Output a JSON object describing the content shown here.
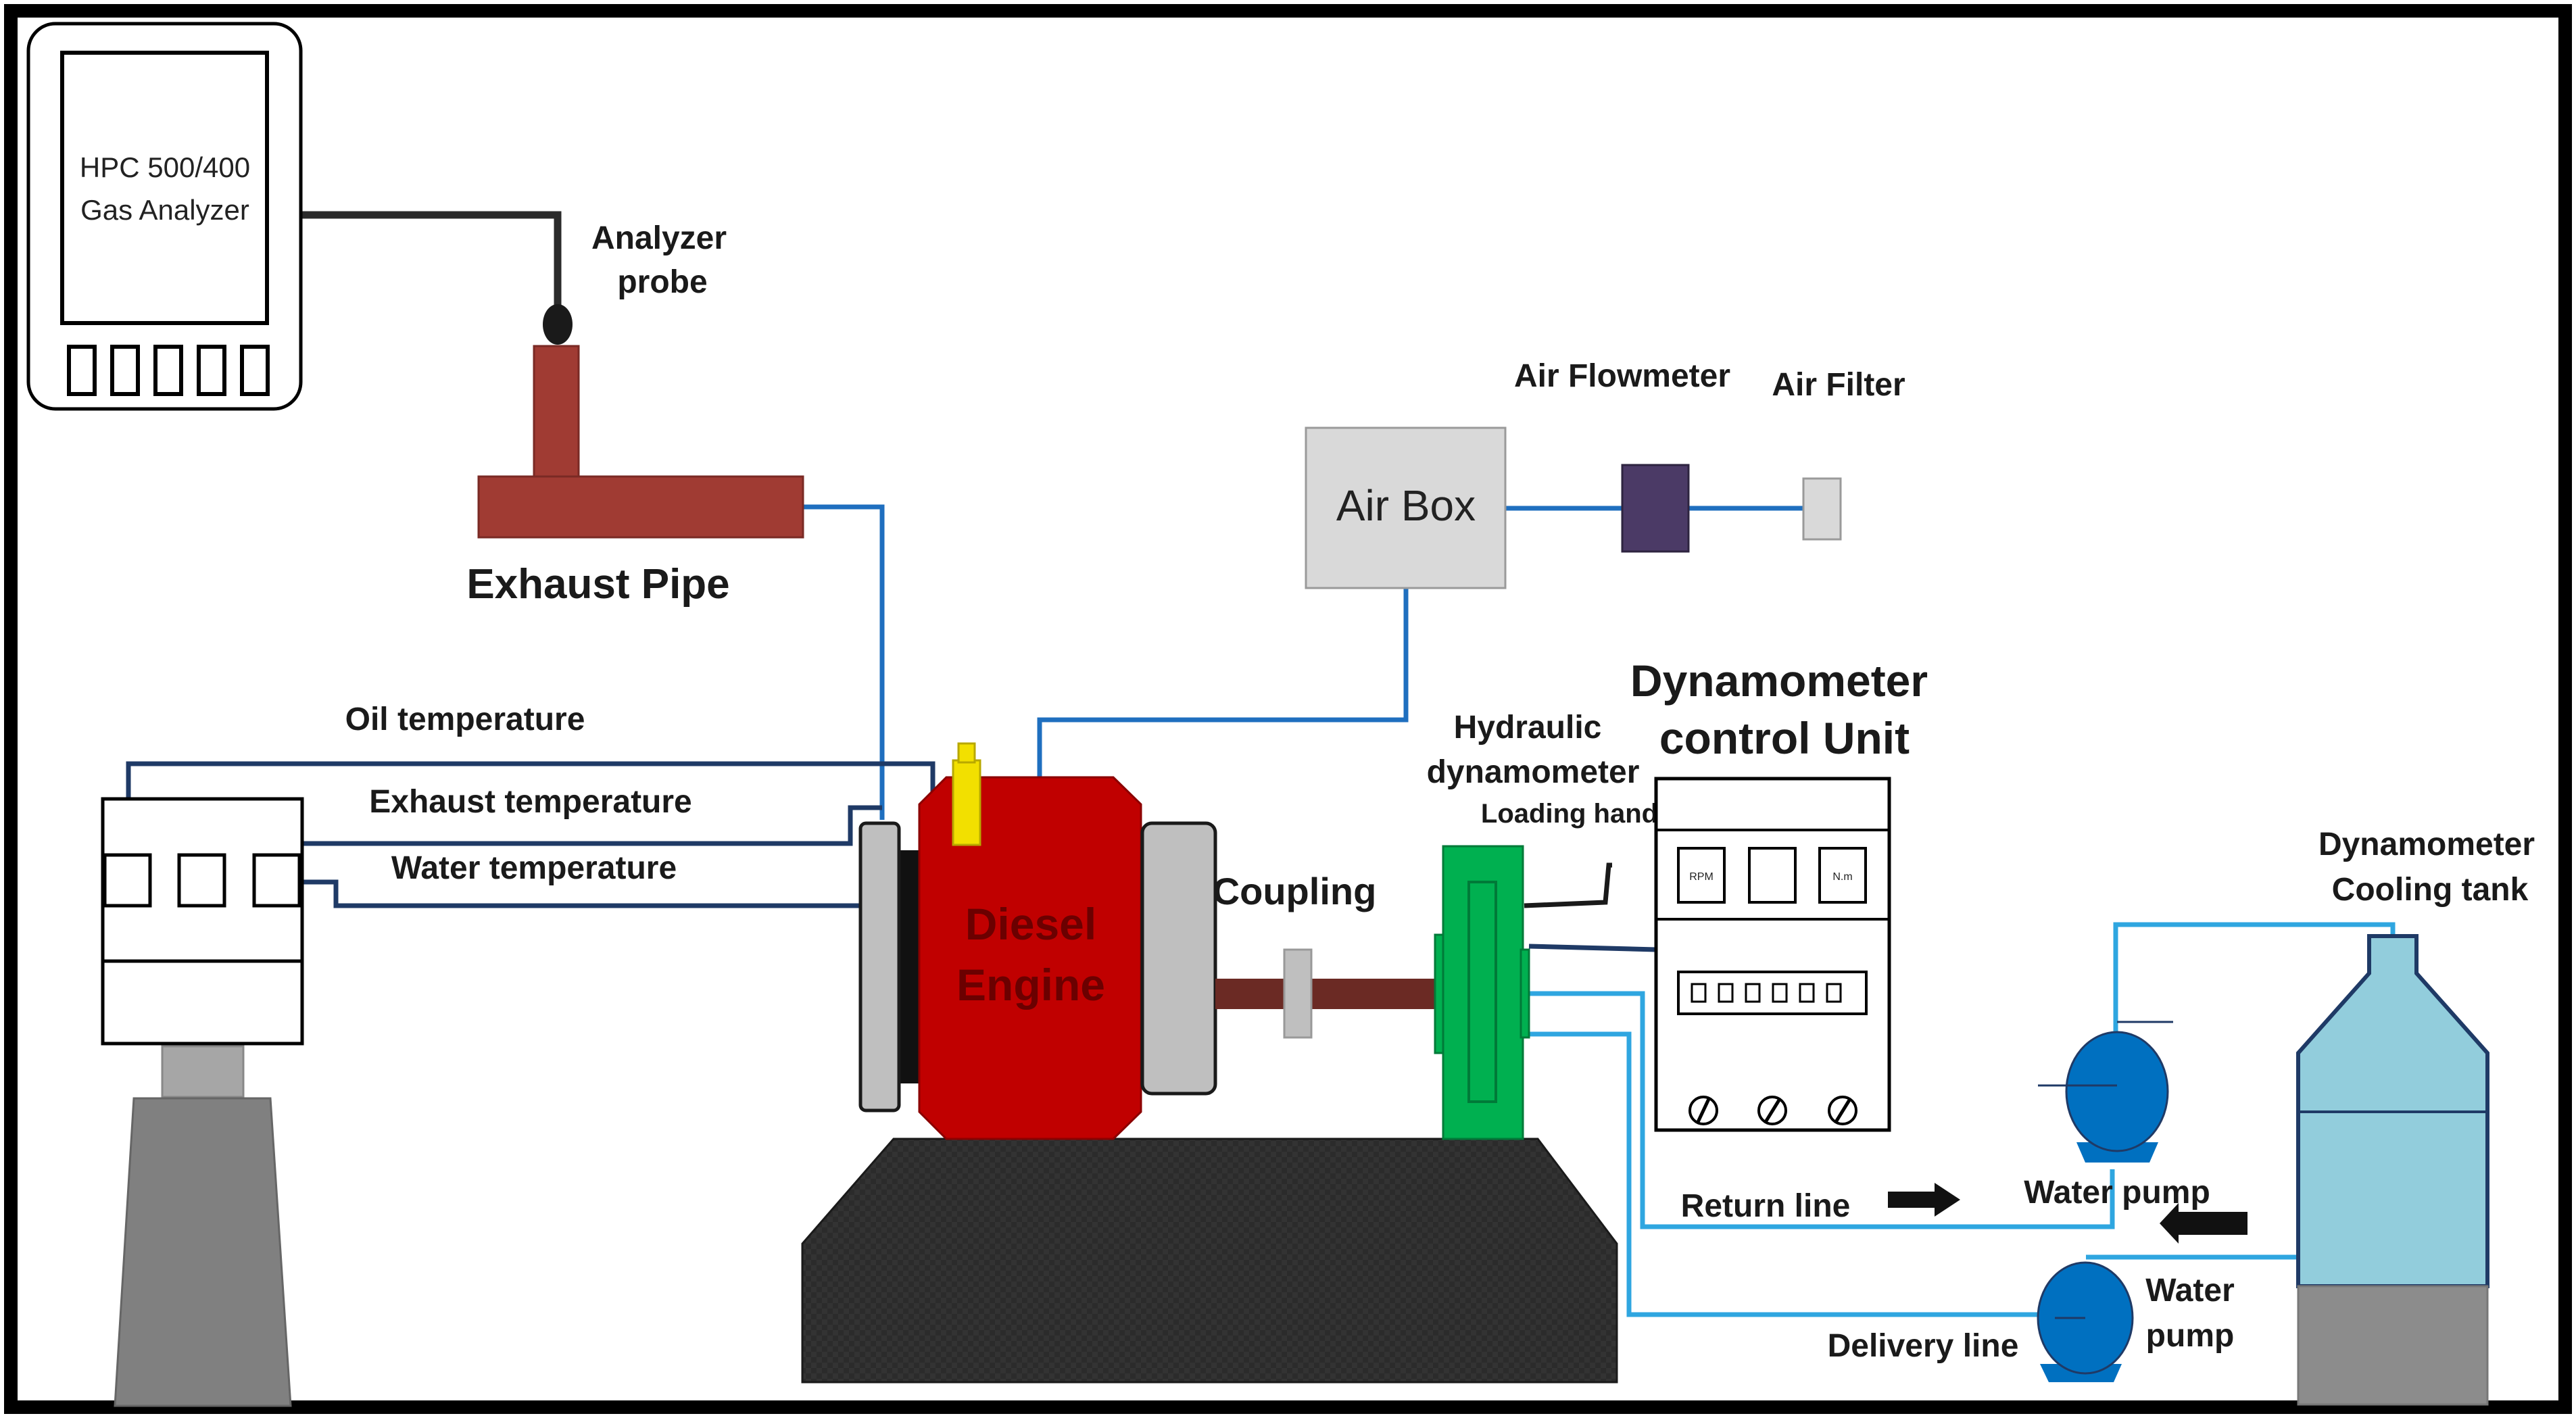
{
  "labels": {
    "gas_analyzer_line1": "HPC 500/400",
    "gas_analyzer_line2": "Gas Analyzer",
    "analyzer_probe_line1": "Analyzer",
    "analyzer_probe_line2": "probe",
    "exhaust_pipe": "Exhaust Pipe",
    "air_box": "Air Box",
    "air_flowmeter": "Air Flowmeter",
    "air_filter": "Air Filter",
    "oil_temperature": "Oil temperature",
    "exhaust_temperature": "Exhaust temperature",
    "water_temperature": "Water temperature",
    "diesel_line1": "Diesel",
    "diesel_line2": "Engine",
    "coupling": "Coupling",
    "hydraulic_line1": "Hydraulic",
    "hydraulic_line2": "dynamometer",
    "loading_hand": "Loading hand",
    "dyn_control_line1": "Dynamometer",
    "dyn_control_line2": "control Unit",
    "rpm": "RPM",
    "nm": "N.m",
    "cooling_tank_line1": "Dynamometer",
    "cooling_tank_line2": "Cooling tank",
    "return_line": "Return line",
    "water_pump_upper": "Water pump",
    "water_pump_lower_line1": "Water",
    "water_pump_lower_line2": "pump",
    "delivery_line": "Delivery line"
  },
  "colors": {
    "frame": "#000000",
    "exhaust": "#a03b33",
    "engine": "#c00000",
    "engine_text": "#6b0000",
    "injector": "#f2e000",
    "flywheel": "#bfbfbf",
    "dynamometer": "#00b050",
    "shaft": "#6b2a24",
    "air_box": "#d9d9d9",
    "flowmeter": "#4b3a66",
    "pipe_blue": "#1f6fbf",
    "wire_navy": "#1f3a66",
    "water_line": "#2fa6e0",
    "pump": "#0070c0",
    "tank": "#92cddc",
    "tank_outline": "#1f3a66",
    "base": "#2b2b2b",
    "stand": "#808080"
  },
  "icons": [
    "arrow-right-icon",
    "arrow-left-icon",
    "gauge-icon"
  ]
}
